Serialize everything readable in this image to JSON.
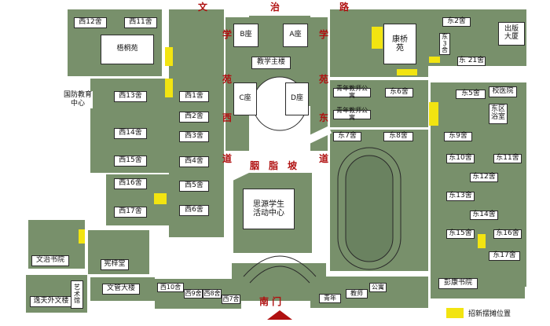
{
  "roads": {
    "north": [
      "文",
      "治",
      "路"
    ],
    "west_vertical": [
      "学",
      "苑",
      "西",
      "道"
    ],
    "east_vertical": [
      "学",
      "苑",
      "东",
      "道"
    ],
    "center": [
      "胭",
      "脂",
      "坡"
    ],
    "south_gate": "南 门"
  },
  "buildings": {
    "xi12": "西12舍",
    "xi11": "西11舍",
    "wutong": "梧桐苑",
    "xi13": "西13舍",
    "xi1": "西1舍",
    "xi2": "西2舍",
    "xi3": "西3舍",
    "xi14": "西14舍",
    "xi4": "西4舍",
    "xi15": "西15舍",
    "xi16": "西16舍",
    "xi5": "西5舍",
    "xi17": "西17舍",
    "xi6": "西6舍",
    "guofang": "国防教育中心",
    "wenzhi": "文治书院",
    "zongzi": "宪梓堂",
    "yifu": "逸夫外文楼",
    "yiwen": "艺术馆",
    "wenguan": "文管大楼",
    "xi10": "西10舍",
    "xi9": "西9舍",
    "xi8": "西8舍",
    "xi7": "西7舍",
    "b_zuo": "B座",
    "a_zuo": "A座",
    "main": "教学主楼",
    "c_zuo": "C座",
    "d_zuo": "D座",
    "activity": "思源学生活动中心",
    "kangqiao": "康桥苑",
    "dong2": "东2舍",
    "dong3": "东3舍",
    "dong21": "东 21舍",
    "press": "出版大厦",
    "qing1": "青年教师公寓",
    "dong6": "东6舍",
    "qing2": "青年教师公寓",
    "dong5": "东5舍",
    "hospital": "校医院",
    "bath": "东区浴室",
    "dong7": "东7舍",
    "dong8": "东8舍",
    "dong9": "东9舍",
    "dong10": "东10舍",
    "dong11": "东11舍",
    "dong12": "东12舍",
    "dong13": "东13舍",
    "dong14": "东14舍",
    "dong15": "东15舍",
    "dong16": "东16舍",
    "dong17": "东17舍",
    "pengkang": "彭康书院",
    "qingnian": "青年",
    "jiaoshi": "教师",
    "gongyu": "公寓"
  },
  "legend": {
    "label": "招新摆摊位置",
    "color": "#f2e411"
  },
  "colors": {
    "zone": "#78906b",
    "road_label": "#b01010"
  }
}
